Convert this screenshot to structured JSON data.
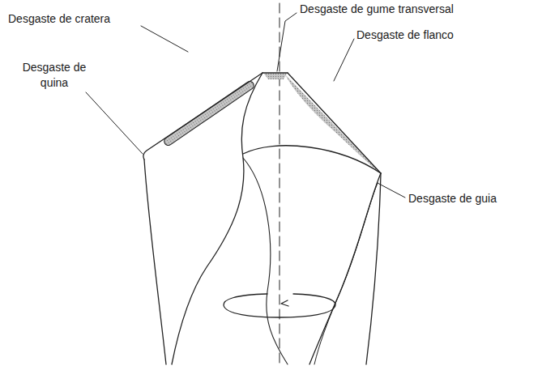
{
  "diagram": {
    "labels": [
      "Desgaste de cratera",
      "Desgaste de gume transversal",
      "Desgaste de flanco",
      "Desgaste de quina",
      "Desgaste de guia"
    ]
  }
}
